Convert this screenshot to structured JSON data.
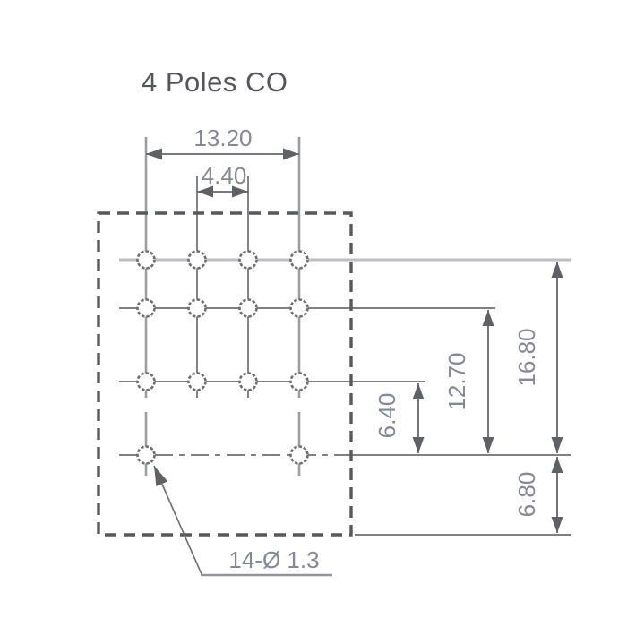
{
  "title": "4 Poles CO",
  "drawing": {
    "dimensions": {
      "width_total": {
        "label": "13.20"
      },
      "width_inner": {
        "label": "4.40"
      },
      "height_total": {
        "label": "16.80"
      },
      "height_mid": {
        "label": "12.70"
      },
      "height_small": {
        "label": "6.40"
      },
      "height_bottom": {
        "label": "6.80"
      }
    },
    "callout": {
      "label": "14-Ø 1.3"
    },
    "pin_grid": {
      "total_holes": 14,
      "hole_diameter_label": "1.3",
      "poles": 4
    },
    "colors": {
      "line_dark": "#6d6e71",
      "line_light": "#bcbec0",
      "line_medium": "#9b9da0",
      "outline_dashed": "#58595b",
      "arrowhead": "#606164",
      "text_title": "#55565a",
      "text_dimension": "#868896",
      "background": "#ffffff"
    }
  }
}
